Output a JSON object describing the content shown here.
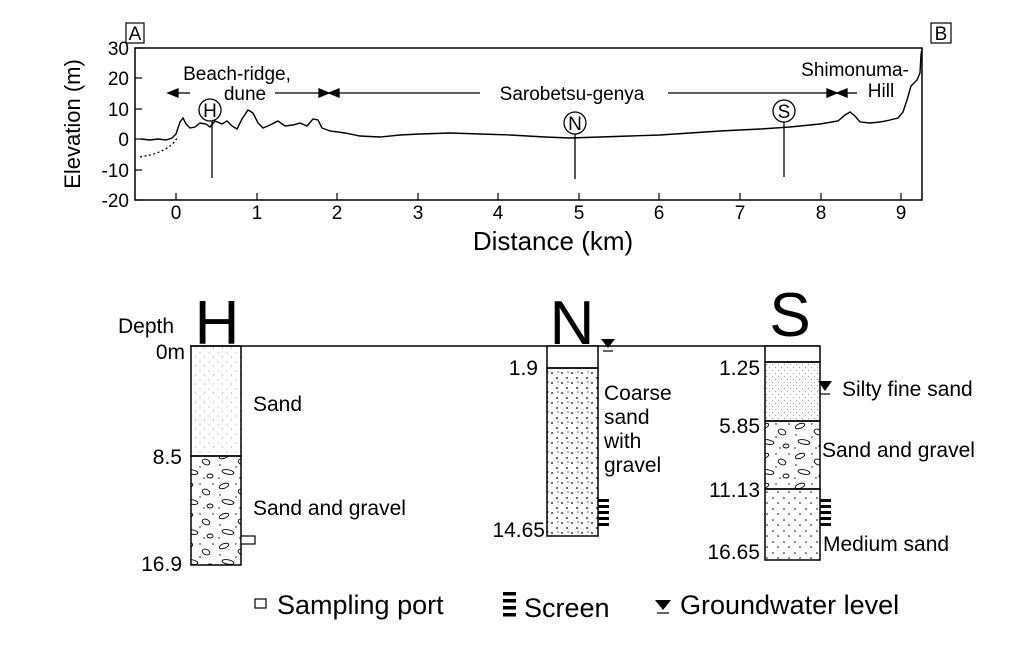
{
  "profile": {
    "endpoint_a": "A",
    "endpoint_b": "B",
    "ylabel": "Elevation (m)",
    "xlabel": "Distance (km)",
    "y_ticks": [
      "30",
      "20",
      "10",
      "0",
      "-10",
      "-20"
    ],
    "x_ticks": [
      "0",
      "1",
      "2",
      "3",
      "4",
      "5",
      "6",
      "7",
      "8",
      "9"
    ],
    "zones": {
      "beach_line1": "Beach-ridge,",
      "beach_line2": "dune",
      "sarobetsu": "Sarobetsu-genya",
      "hill_line1": "Shimonuma-",
      "hill_line2": "Hill"
    },
    "wells": [
      {
        "id": "H",
        "distance_km": 0.45
      },
      {
        "id": "N",
        "distance_km": 4.95
      },
      {
        "id": "S",
        "distance_km": 7.5
      }
    ]
  },
  "logs": {
    "depth_label": "Depth",
    "H": {
      "title": "H",
      "depths": [
        "0m",
        "8.5",
        "16.9"
      ],
      "layers": [
        "Sand",
        "Sand and gravel"
      ]
    },
    "N": {
      "title": "N",
      "depths": [
        "1.9",
        "14.65"
      ],
      "layers": [
        "Coarse",
        "sand",
        "with",
        "gravel"
      ]
    },
    "S": {
      "title": "S",
      "depths": [
        "1.25",
        "5.85",
        "11.13",
        "16.65"
      ],
      "layers": [
        "Silty fine sand",
        "Sand and gravel",
        "Medium sand"
      ]
    }
  },
  "legend": {
    "sampling_port": "Sampling port",
    "screen": "Screen",
    "groundwater": "Groundwater level"
  }
}
